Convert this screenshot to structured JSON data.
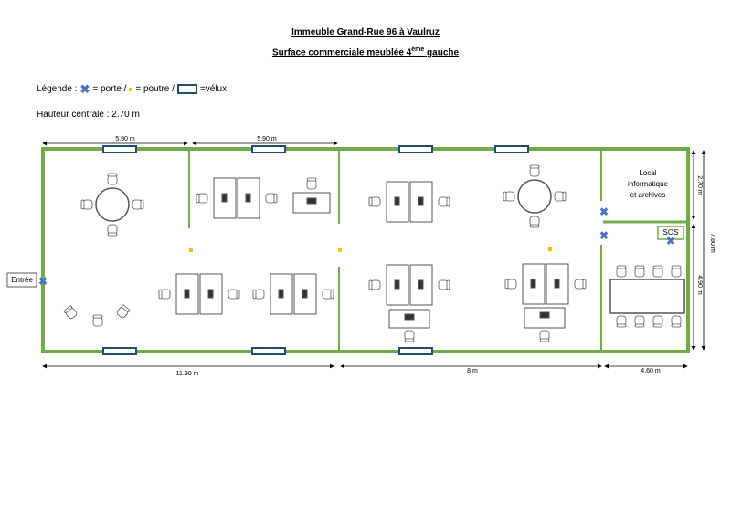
{
  "header": {
    "title": "Immeuble Grand-Rue 96 à Vaulruz",
    "subtitle_main": "Surface commerciale meublée 4",
    "subtitle_sup": "ème",
    "subtitle_end": " gauche"
  },
  "legend": {
    "label": "Légende :",
    "porte": "= porte /",
    "poutre": "= poutre /",
    "velux": "=vélux"
  },
  "height_note": "Hauteur centrale : 2.70 m",
  "dimensions": {
    "top_left": "5.90 m",
    "top_mid": "5.90 m",
    "bottom_left": "11.90 m",
    "bottom_mid": "8 m",
    "bottom_right": "4.60 m",
    "right_top": "2.70 m",
    "right_bottom": "4.90 m",
    "right_total": "7.80 m"
  },
  "rooms": {
    "entree": "Entrée",
    "local_line1": "Local",
    "local_line2": "informatique",
    "local_line3": "et archives",
    "sos": "SOS"
  },
  "colors": {
    "wall": "#70ad47",
    "velux": "#1f4e79",
    "door": "#4472c4",
    "beam": "#ffc000"
  }
}
